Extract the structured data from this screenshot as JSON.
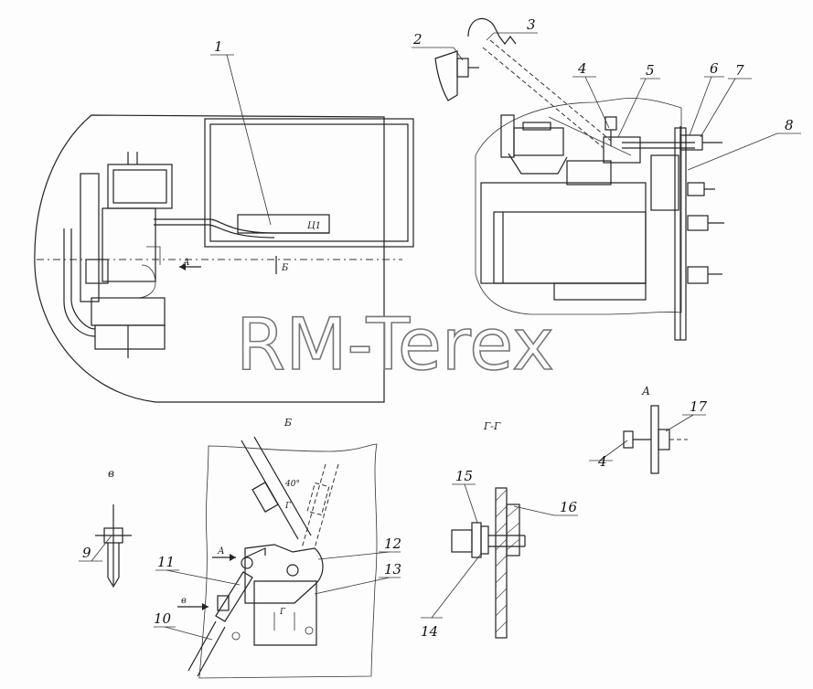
{
  "watermark": "RM-Terex",
  "callouts": [
    "1",
    "2",
    "3",
    "4",
    "5",
    "6",
    "7",
    "8",
    "9",
    "10",
    "11",
    "12",
    "13",
    "14",
    "15",
    "16",
    "17",
    "4"
  ],
  "view_labels": {
    "b": "Б",
    "gg": "Г-Г",
    "a": "А",
    "v": "в"
  },
  "inline_labels": {
    "arrow_a_main": "А",
    "arrow_b_main": "Б",
    "box_mark": "Ц1",
    "angle": "40°",
    "section_g_top": "Г",
    "section_g_bottom": "Г",
    "arrow_a_view": "А",
    "arrow_v_view": "в"
  }
}
